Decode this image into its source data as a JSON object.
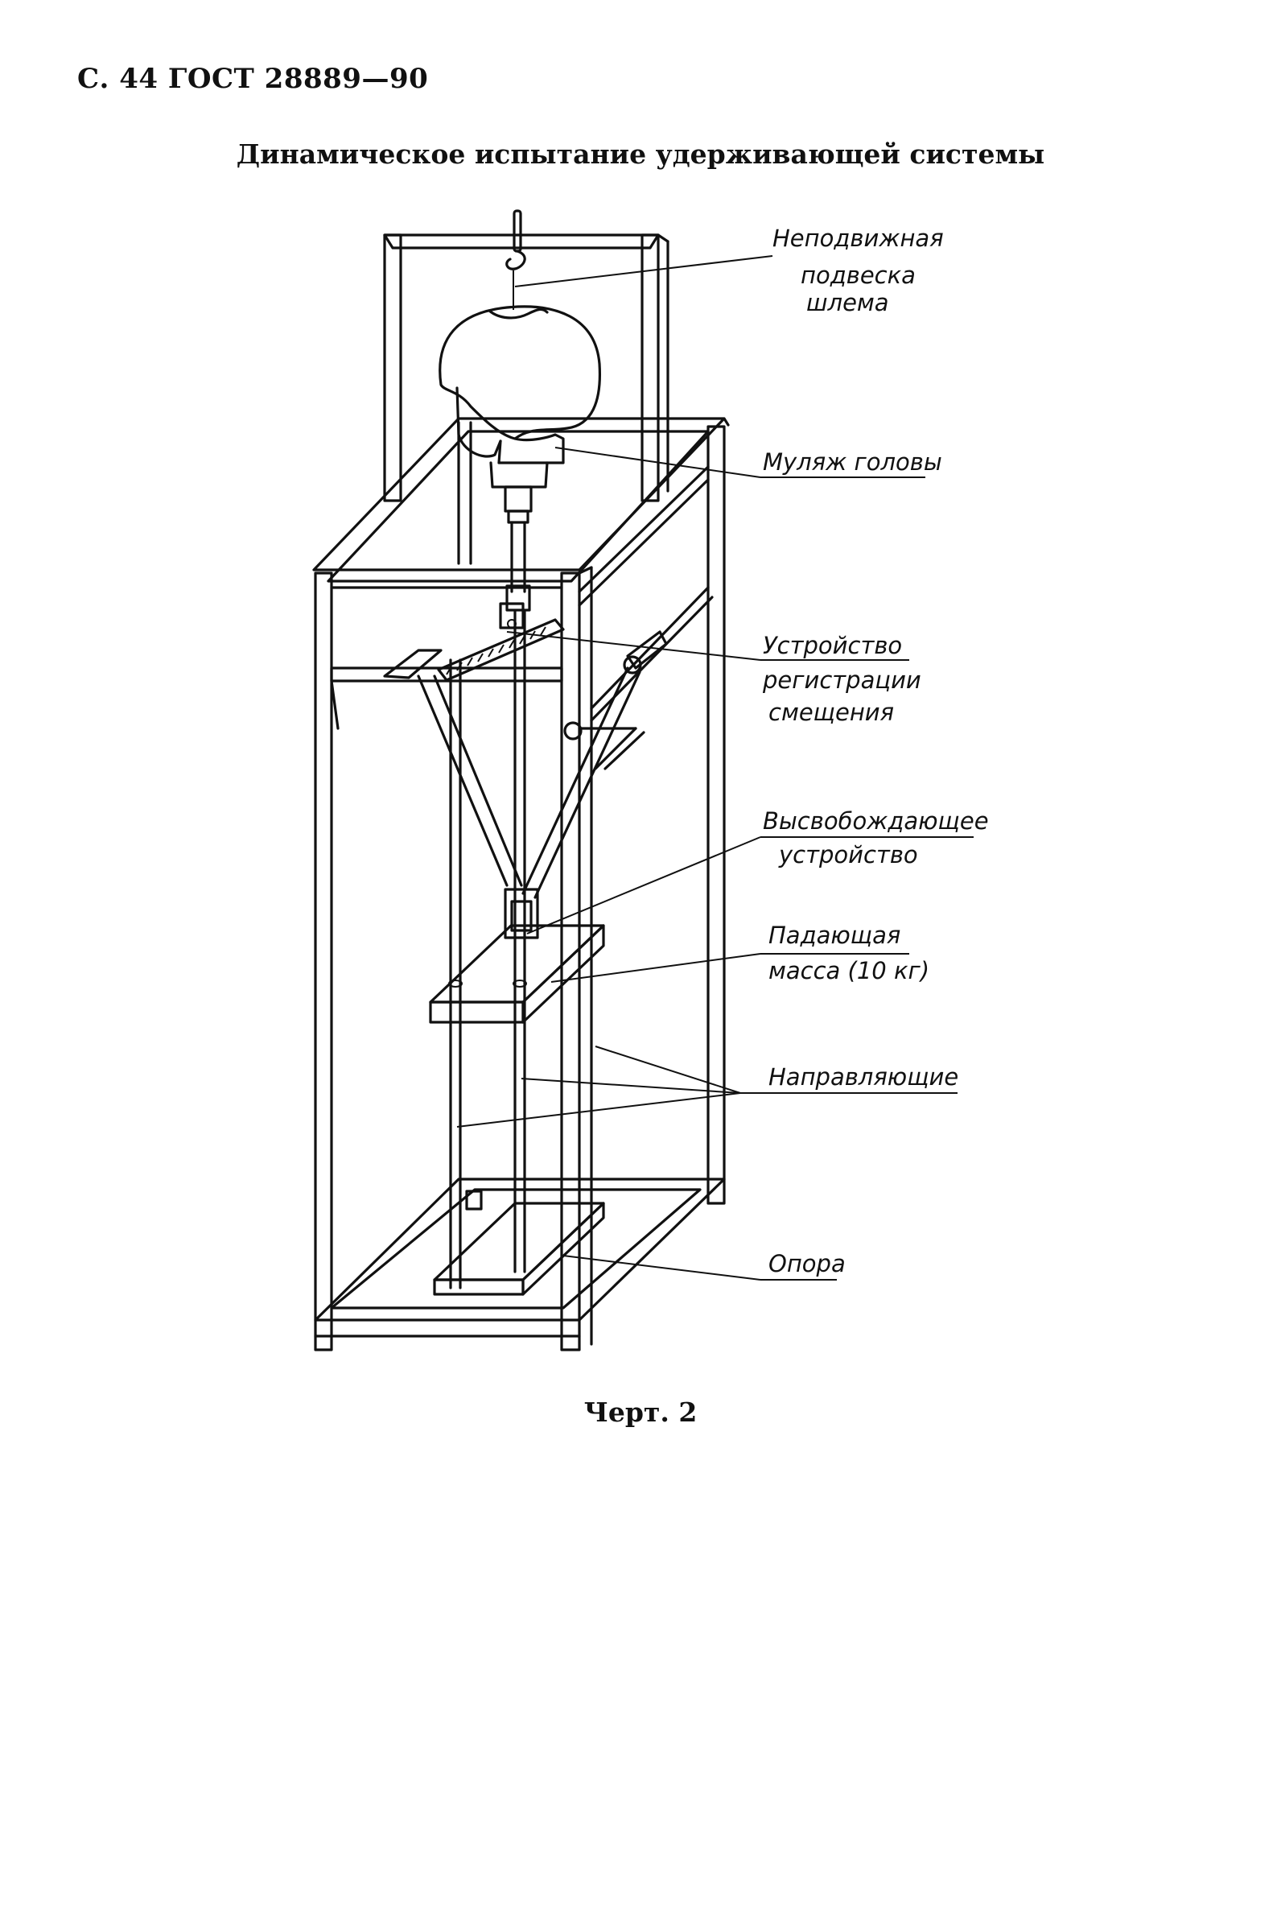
{
  "header": {
    "text": "С. 44 ГОСТ 28889—90"
  },
  "title": "Динамическое испытание удерживающей системы",
  "figure": {
    "labels": {
      "fixed_suspension": [
        "Неподвижная",
        "подвеска",
        "шлема"
      ],
      "head_dummy": "Муляж головы",
      "displacement_recorder": [
        "Устройство",
        "регистрации",
        "смещения"
      ],
      "release_device": [
        "Высвобождающее",
        "устройство"
      ],
      "falling_mass": [
        "Падающая",
        "масса (10 кг)"
      ],
      "guides": "Направляющие",
      "support": "Опора"
    },
    "caption": "Черт. 2"
  },
  "colors": {
    "ink": "#111111",
    "paper": "#ffffff"
  }
}
